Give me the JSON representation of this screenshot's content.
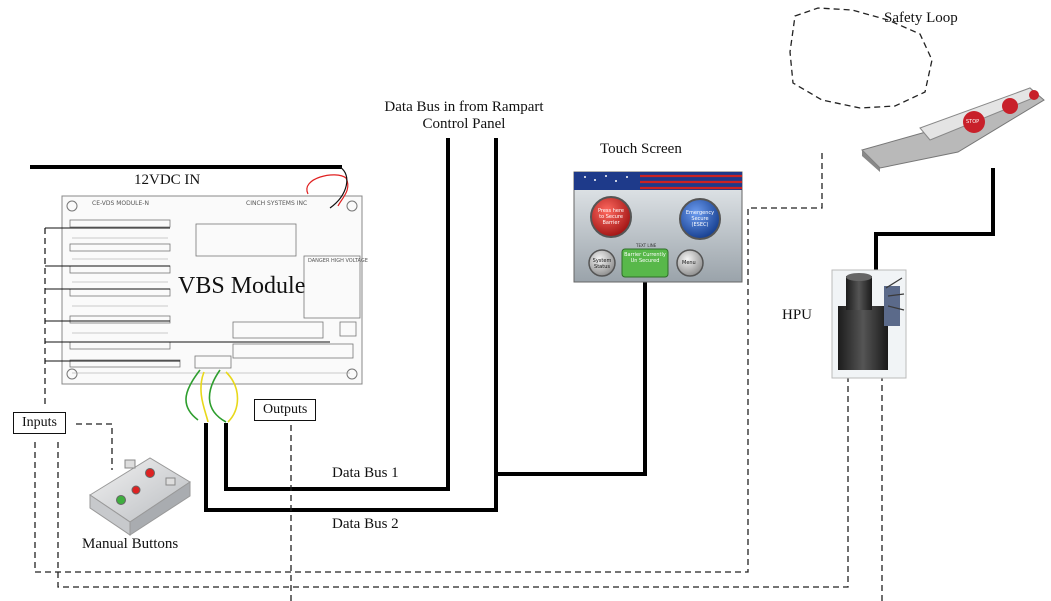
{
  "labels": {
    "data_bus_in_line1": "Data Bus in from Rampart",
    "data_bus_in_line2": "Control Panel",
    "touch_screen": "Touch Screen",
    "safety_loop": "Safety Loop",
    "vdc_in": "12VDC IN",
    "vbs_module": "VBS Module",
    "hpu": "HPU",
    "inputs": "Inputs",
    "outputs": "Outputs",
    "data_bus_1": "Data Bus 1",
    "data_bus_2": "Data Bus 2",
    "manual_buttons": "Manual Buttons"
  },
  "board": {
    "title_left": "CE-VDS MODULE-N",
    "title_right": "CINCH SYSTEMS INC",
    "warning": "DANGER HIGH VOLTAGE"
  },
  "touch_screen_ui": {
    "btn_red": "Press here to Secure Barrier",
    "btn_blue": "Emergency Secure (ESEC)",
    "btn_status": "System Status",
    "btn_menu": "Menu",
    "status_header": "TEXT LINE",
    "status_text": "Barrier Currently Un Secured"
  },
  "barrier_sign": "STOP",
  "colors": {
    "bus_line": "#000000",
    "dashed_line": "#222222",
    "wire_green": "#2e9e2e",
    "wire_yellow": "#e8d81a",
    "wire_red": "#e02020",
    "ts_red": "#d9241f",
    "ts_blue": "#1f4fb0",
    "ts_green": "#58b84a"
  }
}
